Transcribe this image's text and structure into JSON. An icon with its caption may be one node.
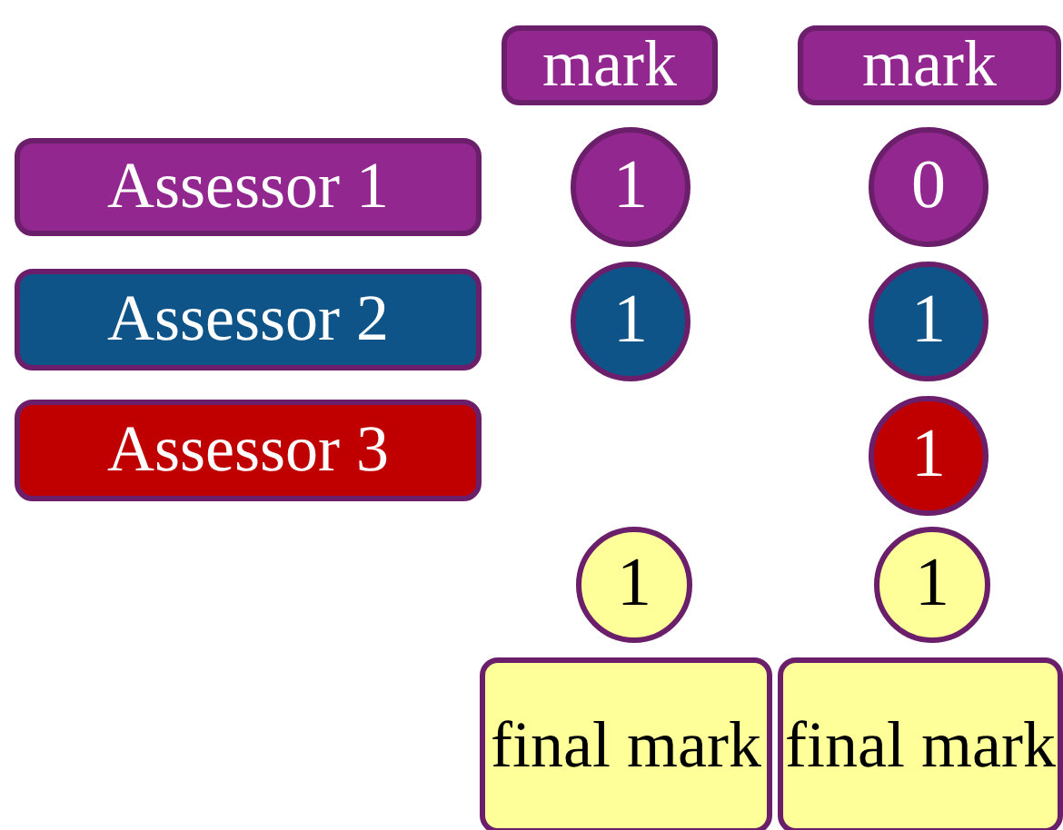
{
  "diagram": {
    "nodes": [
      {
        "text": [
          "mark"
        ]
      },
      {
        "text": [
          "mark"
        ]
      },
      {
        "text": [
          "Assessor 1"
        ]
      },
      {
        "text": [
          "1"
        ]
      },
      {
        "text": [
          "0"
        ]
      },
      {
        "text": [
          "Assessor 2"
        ]
      },
      {
        "text": [
          "1"
        ]
      },
      {
        "text": [
          "1"
        ]
      },
      {
        "text": [
          "Assessor 3"
        ]
      },
      {
        "text": [
          "1"
        ]
      },
      {
        "text": [
          "1"
        ]
      },
      {
        "text": [
          "1"
        ]
      },
      {
        "text": [
          "final mark"
        ]
      },
      {
        "text": [
          "final mark"
        ]
      }
    ]
  }
}
